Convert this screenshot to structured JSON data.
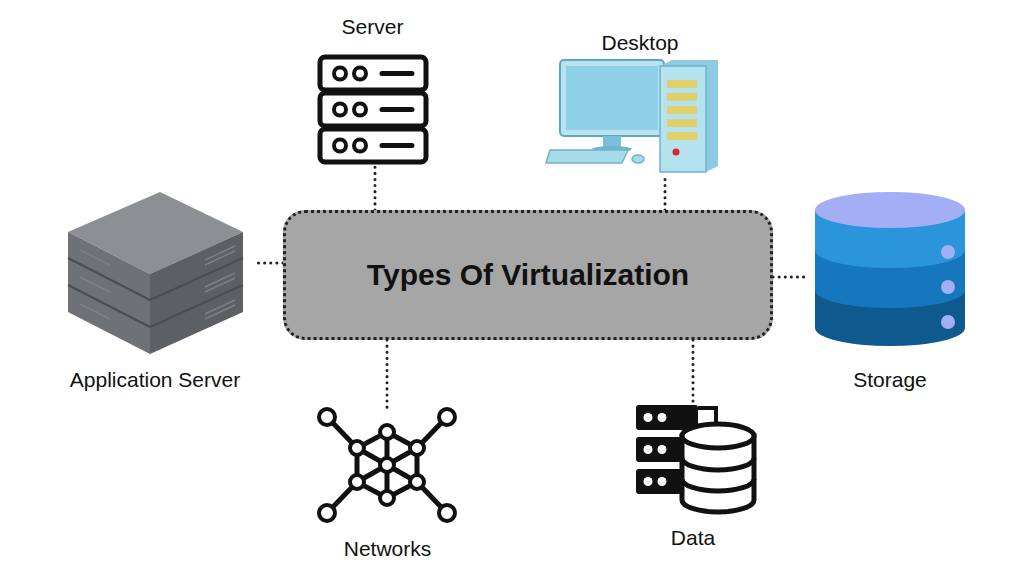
{
  "diagram": {
    "nodes": [
      {
        "text": [
          "Types Of Virtualization"
        ]
      },
      {
        "text": [
          "Server"
        ]
      },
      {
        "text": [
          "Desktop"
        ]
      },
      {
        "text": [
          "Application Server"
        ]
      },
      {
        "text": [
          "Storage"
        ]
      },
      {
        "text": [
          "Networks"
        ]
      },
      {
        "text": [
          "Data"
        ]
      }
    ],
    "edges": [
      {
        "from": 0,
        "to": 1,
        "arrow": "none"
      },
      {
        "from": 0,
        "to": 2,
        "arrow": "none"
      },
      {
        "from": 0,
        "to": 3,
        "arrow": "none"
      },
      {
        "from": 0,
        "to": 4,
        "arrow": "none"
      },
      {
        "from": 0,
        "to": 5,
        "arrow": "none"
      },
      {
        "from": 0,
        "to": 6,
        "arrow": "none"
      }
    ]
  }
}
